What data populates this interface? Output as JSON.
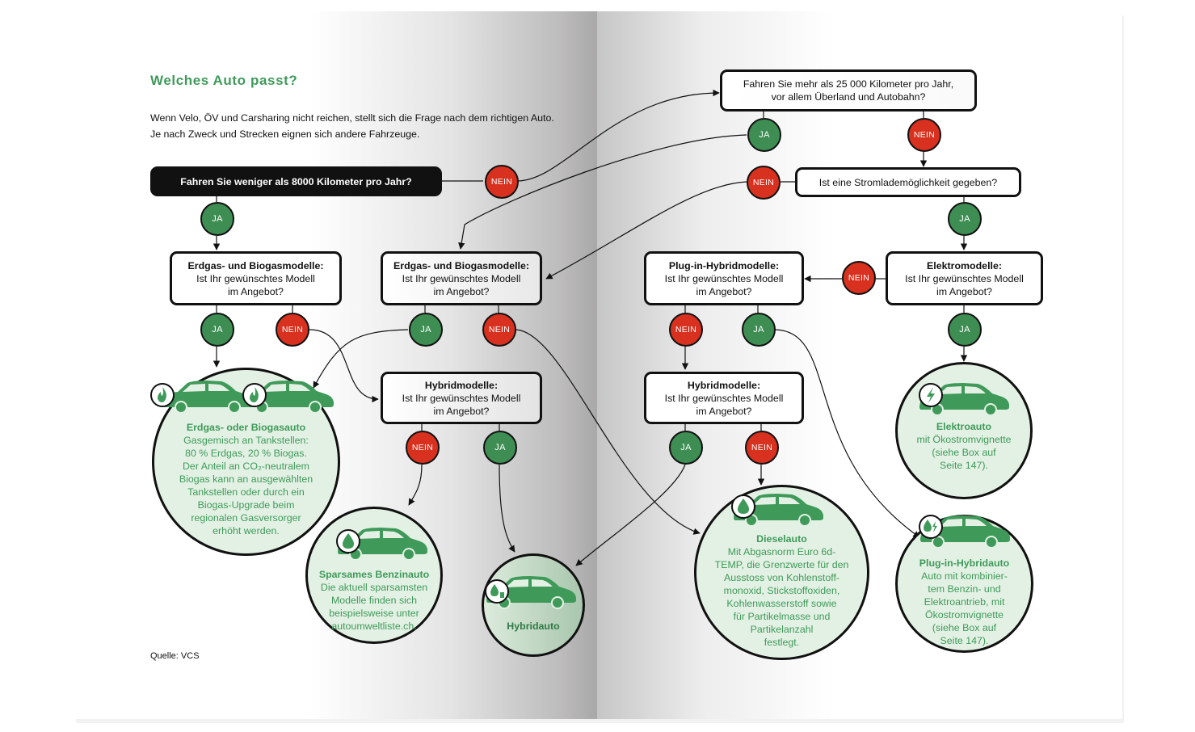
{
  "header": {
    "title": "Welches Auto passt?",
    "intro": "Wenn Velo, ÖV und Carsharing nicht reichen, stellt sich die Frage nach dem richtigen Auto. Je nach Zweck und Strecken eignen sich andere Fahrzeuge.",
    "source": "Quelle: VCS"
  },
  "labels": {
    "yes": "JA",
    "no": "NEIN"
  },
  "questions": {
    "q_start": "Fahren Sie weniger als 8000 Kilometer pro Jahr?",
    "q_km": [
      "Fahren Sie mehr als 25 000 Kilometer pro Jahr,",
      "vor allem Überland und Autobahn?"
    ],
    "q_strom": "Ist eine Stromlademöglichkeit gegeben?",
    "q_gas1": [
      "Erdgas- und Biogasmodelle:",
      "Ist Ihr gewünschtes Modell",
      "im Angebot?"
    ],
    "q_gas2": [
      "Erdgas- und Biogasmodelle:",
      "Ist Ihr gewünschtes Modell",
      "im Angebot?"
    ],
    "q_phev": [
      "Plug-in-Hybridmodelle:",
      "Ist Ihr gewünschtes Modell",
      "im Angebot?"
    ],
    "q_elektro": [
      "Elektromodelle:",
      "Ist Ihr gewünschtes Modell",
      "im Angebot?"
    ],
    "q_hyb1": [
      "Hybridmodelle:",
      "Ist Ihr gewünschtes Modell",
      "im Angebot?"
    ],
    "q_hyb2": [
      "Hybridmodelle:",
      "Ist Ihr gewünschtes Modell",
      "im Angebot?"
    ]
  },
  "results": {
    "erdgas": {
      "title": "Erdgas- oder Biogasauto",
      "lines": [
        "Gasgemisch an Tankstellen:",
        "80 % Erdgas, 20 % Biogas.",
        "Der Anteil an CO₂-neutralem",
        "Biogas kann an ausgewählten",
        "Tankstellen oder durch ein",
        "Biogas-Upgrade beim",
        "regionalen Gasversorger",
        "erhöht werden."
      ],
      "icon": "flame-icon"
    },
    "benzin": {
      "title": "Sparsames Benzinauto",
      "lines": [
        "Die aktuell sparsamsten",
        "Modelle finden sich",
        "beispielsweise unter",
        "autoumweltliste.ch."
      ],
      "icon": "drop-icon"
    },
    "hybrid": {
      "title": "Hybridauto",
      "lines": [],
      "icon": "drop-plug-icon"
    },
    "diesel": {
      "title": "Dieselauto",
      "lines": [
        "Mit Abgasnorm Euro 6d-",
        "TEMP, die Grenzwerte für den",
        "Ausstoss von Kohlenstoff-",
        "monoxid, Stickstoffoxiden,",
        "Kohlenwasserstoff sowie",
        "für Partikelmasse und",
        "Partikelanzahl",
        "festlegt."
      ],
      "icon": "drop-icon"
    },
    "elektro": {
      "title": "Elektroauto",
      "lines": [
        "mit Ökostromvignette",
        "(siehe Box auf",
        "Seite 147)."
      ],
      "icon": "bolt-icon"
    },
    "plugin": {
      "title": "Plug-in-Hybridauto",
      "lines": [
        "Auto mit kombinier-",
        "tem Benzin- und",
        "Elektroantrieb, mit",
        "Ökostromvignette",
        "(siehe Box auf",
        "Seite 147)."
      ],
      "icon": "drop-bolt-icon"
    }
  },
  "colors": {
    "green": "#3f9a5a",
    "ja": "#3e8e54",
    "nein": "#d8311f",
    "result_fill": "#e3f1e4",
    "result_dark": "#6fa27c"
  }
}
